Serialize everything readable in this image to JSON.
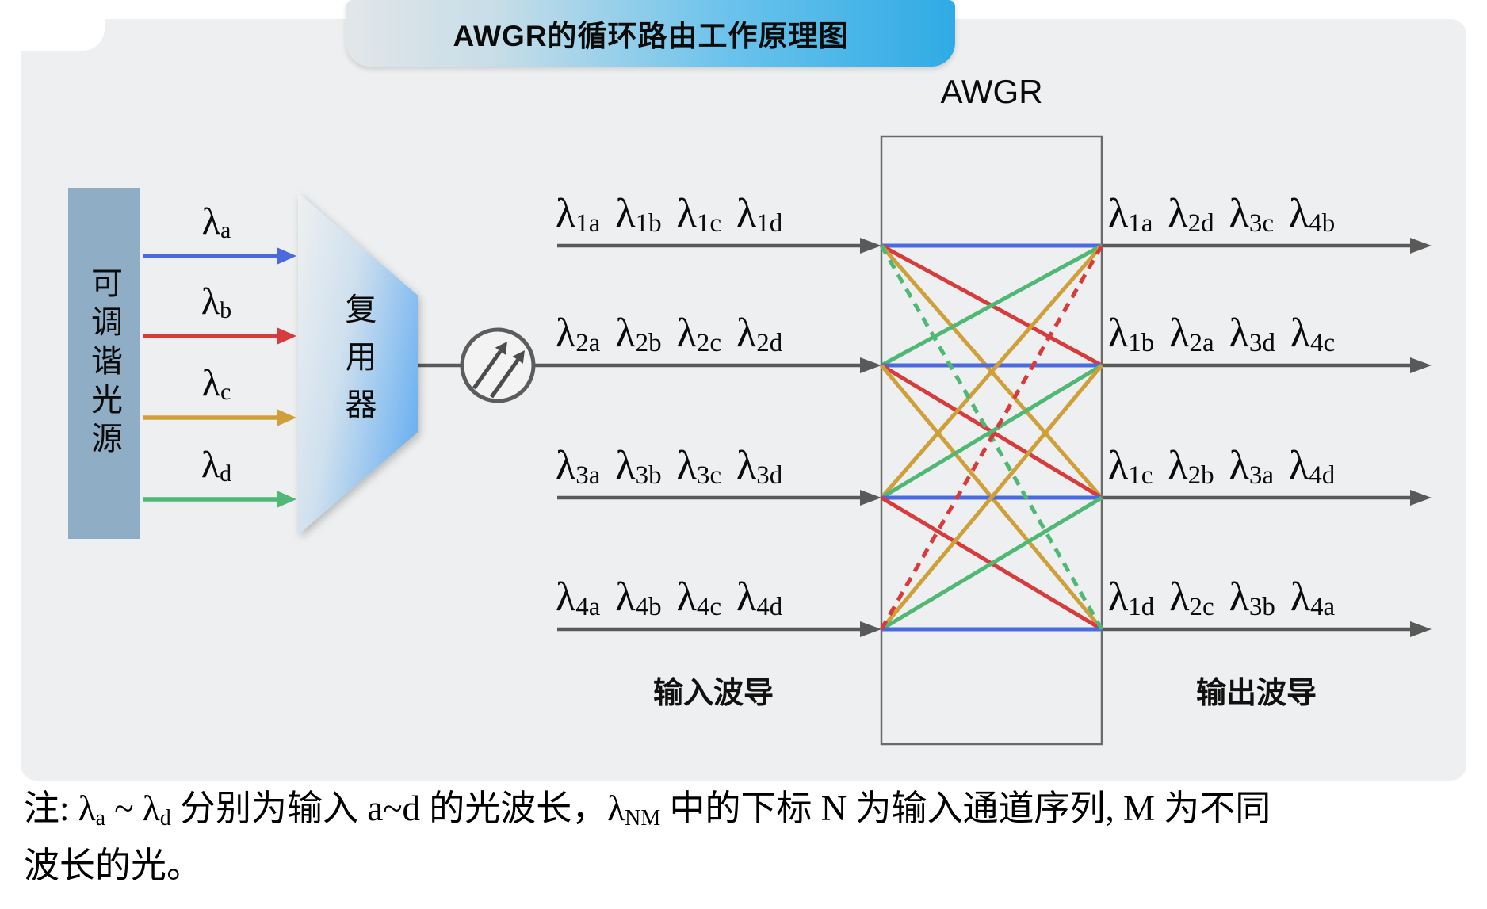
{
  "title": "AWGR的循环路由工作原理图",
  "awgr_label": "AWGR",
  "source_label": "可调谐光源",
  "multiplexer_label": "复用器",
  "captions": {
    "input": "输入波导",
    "output": "输出波导"
  },
  "lambda_symbol": "λ",
  "line_color": "#595959",
  "box_border_color": "#6a6a6a",
  "circle_icon": {
    "name": "variable-attenuator-icon",
    "fill": "#f2f3f2",
    "stroke": "#5c5c5c",
    "arrow_color": "#4c4c4c"
  },
  "wavelength_colors": {
    "a": "#4a6be0",
    "b": "#d83b3b",
    "c": "#cfa03a",
    "d": "#4fb874"
  },
  "source_wavelengths": [
    "a",
    "b",
    "c",
    "d"
  ],
  "input_rows": [
    [
      "1a",
      "1b",
      "1c",
      "1d"
    ],
    [
      "2a",
      "2b",
      "2c",
      "2d"
    ],
    [
      "3a",
      "3b",
      "3c",
      "3d"
    ],
    [
      "4a",
      "4b",
      "4c",
      "4d"
    ]
  ],
  "output_rows": [
    [
      "1a",
      "2d",
      "3c",
      "4b"
    ],
    [
      "1b",
      "2a",
      "3d",
      "4c"
    ],
    [
      "1c",
      "2b",
      "3a",
      "4d"
    ],
    [
      "1d",
      "2c",
      "3b",
      "4a"
    ]
  ],
  "awgr_routing": [
    {
      "input": 1,
      "output": 1,
      "wavelength": "a",
      "dashed": false
    },
    {
      "input": 1,
      "output": 2,
      "wavelength": "b",
      "dashed": false
    },
    {
      "input": 1,
      "output": 3,
      "wavelength": "c",
      "dashed": false
    },
    {
      "input": 1,
      "output": 4,
      "wavelength": "d",
      "dashed": true
    },
    {
      "input": 2,
      "output": 1,
      "wavelength": "d",
      "dashed": false
    },
    {
      "input": 2,
      "output": 2,
      "wavelength": "a",
      "dashed": false
    },
    {
      "input": 2,
      "output": 3,
      "wavelength": "b",
      "dashed": false
    },
    {
      "input": 2,
      "output": 4,
      "wavelength": "c",
      "dashed": false
    },
    {
      "input": 3,
      "output": 1,
      "wavelength": "c",
      "dashed": false
    },
    {
      "input": 3,
      "output": 2,
      "wavelength": "d",
      "dashed": false
    },
    {
      "input": 3,
      "output": 3,
      "wavelength": "a",
      "dashed": false
    },
    {
      "input": 3,
      "output": 4,
      "wavelength": "b",
      "dashed": false
    },
    {
      "input": 4,
      "output": 1,
      "wavelength": "b",
      "dashed": true
    },
    {
      "input": 4,
      "output": 2,
      "wavelength": "c",
      "dashed": false
    },
    {
      "input": 4,
      "output": 3,
      "wavelength": "d",
      "dashed": false
    },
    {
      "input": 4,
      "output": 4,
      "wavelength": "a",
      "dashed": false
    }
  ],
  "note": {
    "line1_segments": [
      {
        "text": "注: "
      },
      {
        "lambda_sub": "a"
      },
      {
        "text": " ~ "
      },
      {
        "lambda_sub": "d"
      },
      {
        "text": " 分别为输入 a~d 的光波长，"
      },
      {
        "lambda_sub": "NM"
      },
      {
        "text": " 中的下标 N 为输入通道序列, M 为不同"
      }
    ],
    "line2_segments": [
      {
        "text": "波长的光。"
      }
    ]
  }
}
